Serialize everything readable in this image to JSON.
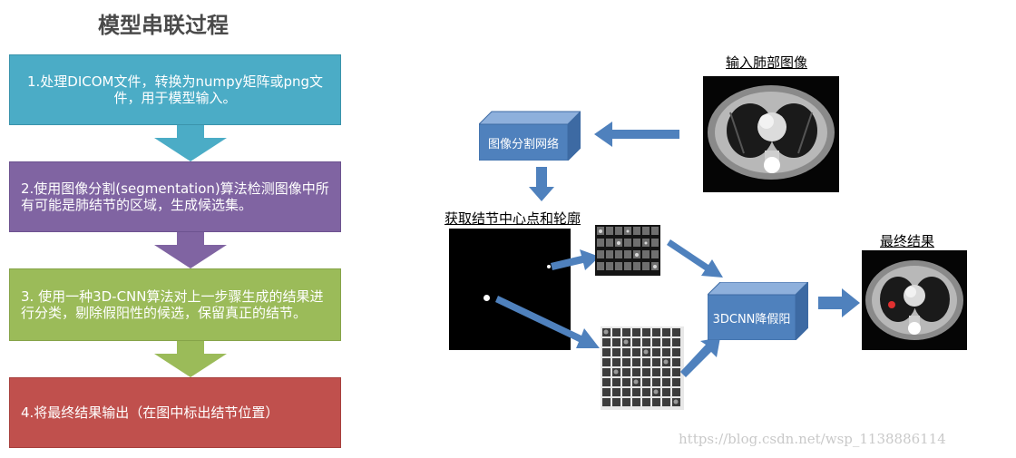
{
  "title": "模型串联过程",
  "steps": [
    {
      "text": "1.处理DICOM文件，转换为numpy矩阵或png文件，用于模型输入。",
      "color": "#4bacc6"
    },
    {
      "text": "2.使用图像分割(segmentation)算法检测图像中所有可能是肺结节的区域，生成候选集。",
      "color": "#8064a2"
    },
    {
      "text": "3. 使用一种3D-CNN算法对上一步骤生成的结果进行分类，剔除假阳性的候选，保留真正的结节。",
      "color": "#9bbb59"
    },
    {
      "text": "4.将最终结果输出（在图中标出结节位置）",
      "color": "#c0504d"
    }
  ],
  "labels": {
    "input_image": "输入肺部图像",
    "seg_network": "图像分割网络",
    "candidates": "获取结节中心点和轮廓",
    "cnn3d": "3DCNN降假阳",
    "final_result": "最终结果"
  },
  "watermark": "https://blog.csdn.net/wsp_1138886114",
  "colors": {
    "arrow_blue": "#4f81bd",
    "box_face": "#4f81bd",
    "box_top": "#8eb0dc",
    "box_side": "#3d6aa3"
  }
}
